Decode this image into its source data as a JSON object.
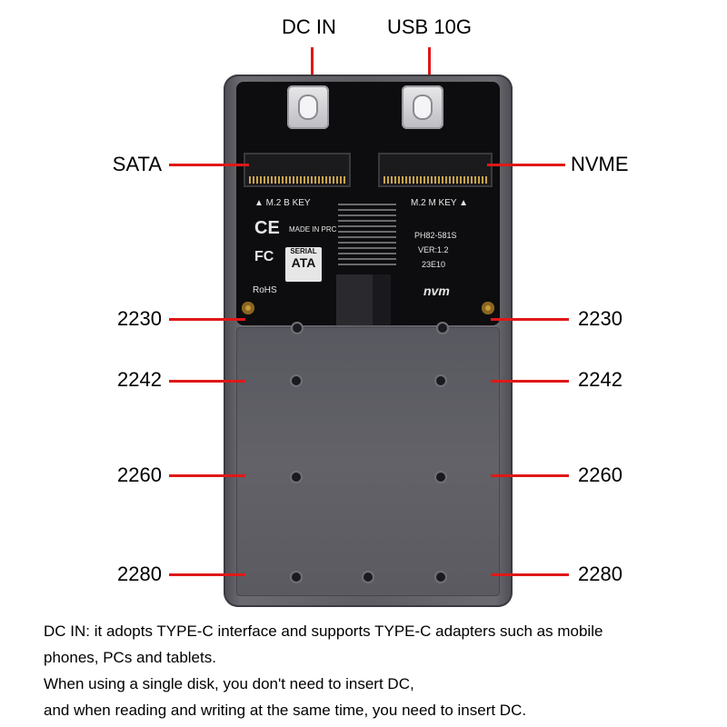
{
  "labels": {
    "dc_in": "DC IN",
    "usb_10g": "USB 10G",
    "sata": "SATA",
    "nvme": "NVME",
    "left_sizes": [
      "2230",
      "2242",
      "2260",
      "2280"
    ],
    "right_sizes": [
      "2230",
      "2242",
      "2260",
      "2280"
    ]
  },
  "board": {
    "left_slot_label": "▲ M.2 B KEY",
    "right_slot_label": "M.2 M KEY ▲",
    "made_in": "MADE IN PRC",
    "ce": "CE",
    "fc": "FC",
    "rohs": "RoHS",
    "serial": "SERIAL",
    "ata": "ATA",
    "model": "PH82-581S",
    "version": "VER:1.2",
    "code": "23E10",
    "nvme_logo": "nvm"
  },
  "description": [
    "DC IN: it adopts TYPE-C interface and supports TYPE-C adapters such as mobile",
    "phones, PCs and tablets.",
    "When using a single disk, you don't need to insert DC,",
    "and when reading and writing at the same time, you need to insert DC."
  ],
  "colors": {
    "callout_red": "#e01818"
  }
}
